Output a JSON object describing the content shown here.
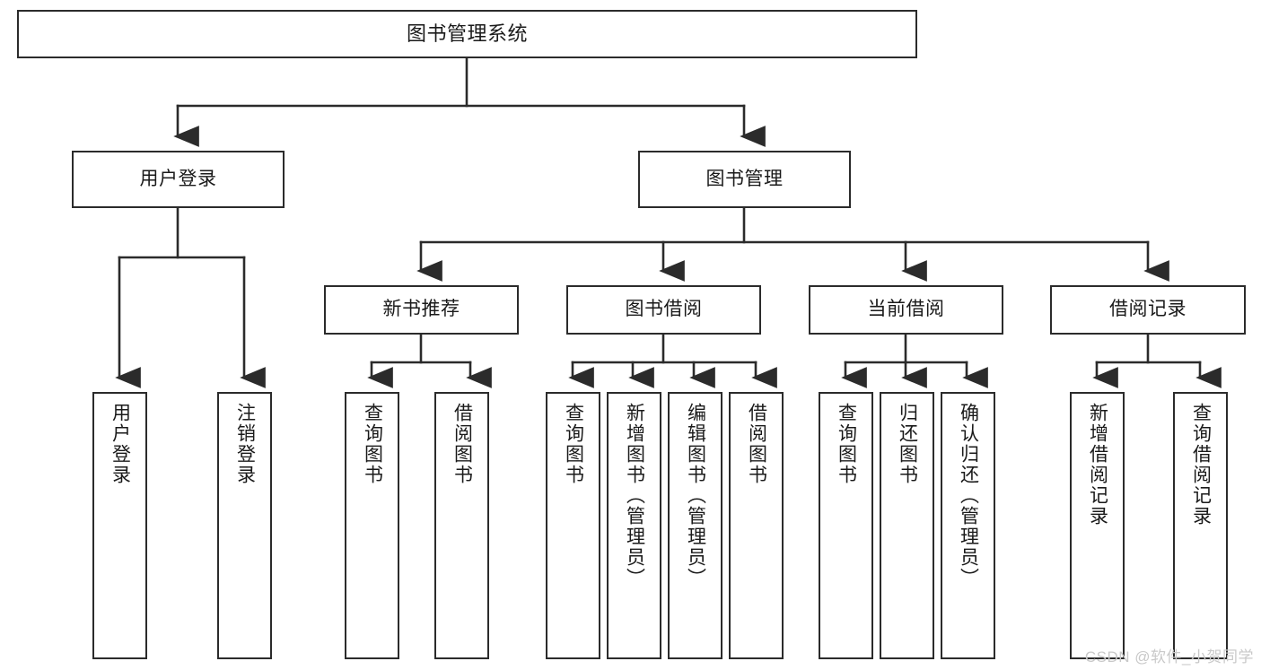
{
  "diagram": {
    "type": "tree",
    "title": "图书管理系统",
    "watermark": "CSDN @软件_小贺同学",
    "colors": {
      "border": "#2b2b2b",
      "background": "#ffffff",
      "text": "#1a1a1a",
      "watermark": "#c9c9c9"
    },
    "root": {
      "label": "图书管理系统"
    },
    "level2": [
      {
        "id": "user-login",
        "label": "用户登录"
      },
      {
        "id": "book-manage",
        "label": "图书管理"
      }
    ],
    "level3": [
      {
        "id": "new-book-recommend",
        "label": "新书推荐",
        "parent": "book-manage"
      },
      {
        "id": "book-borrow",
        "label": "图书借阅",
        "parent": "book-manage"
      },
      {
        "id": "current-borrow",
        "label": "当前借阅",
        "parent": "book-manage"
      },
      {
        "id": "borrow-record",
        "label": "借阅记录",
        "parent": "book-manage"
      }
    ],
    "leaves": {
      "user_login": [
        {
          "id": "leaf-user-login",
          "label": "用户登录"
        },
        {
          "id": "leaf-logout-login",
          "label": "注销登录"
        }
      ],
      "new_book_recommend": [
        {
          "id": "leaf-query-book-1",
          "label": "查询图书"
        },
        {
          "id": "leaf-borrow-book-1",
          "label": "借阅图书"
        }
      ],
      "book_borrow": [
        {
          "id": "leaf-query-book-2",
          "label": "查询图书"
        },
        {
          "id": "leaf-add-book",
          "label": "新增图书（管理员）"
        },
        {
          "id": "leaf-edit-book",
          "label": "编辑图书（管理员）"
        },
        {
          "id": "leaf-borrow-book-2",
          "label": "借阅图书"
        }
      ],
      "current_borrow": [
        {
          "id": "leaf-query-book-3",
          "label": "查询图书"
        },
        {
          "id": "leaf-return-book",
          "label": "归还图书"
        },
        {
          "id": "leaf-confirm-return",
          "label": "确认归还（管理员）"
        }
      ],
      "borrow_record": [
        {
          "id": "leaf-add-record",
          "label": "新增借阅记录"
        },
        {
          "id": "leaf-query-record",
          "label": "查询借阅记录"
        }
      ]
    }
  }
}
